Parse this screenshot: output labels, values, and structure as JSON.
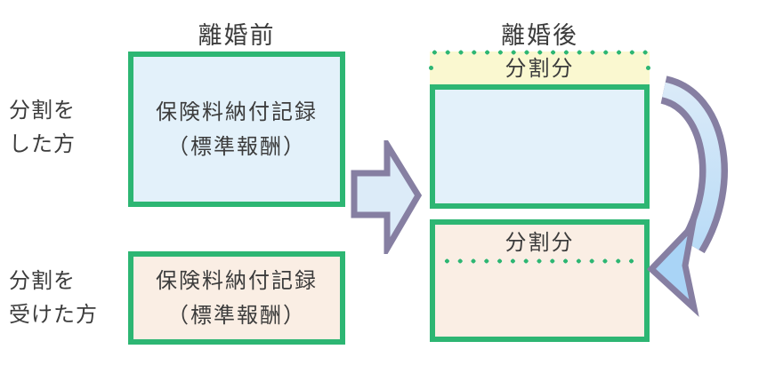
{
  "diagram": {
    "columns": {
      "before": "離婚前",
      "after": "離婚後"
    },
    "rows": [
      {
        "id": "giver",
        "label_lines": [
          "分割を",
          "した方"
        ]
      },
      {
        "id": "receiver",
        "label_lines": [
          "分割を",
          "受けた方"
        ]
      }
    ],
    "boxes": {
      "giver_before": {
        "lines": [
          "保険料納付記録",
          "（標準報酬）"
        ]
      },
      "receiver_before": {
        "lines": [
          "保険料納付記録",
          "（標準報酬）"
        ]
      },
      "giver_after": {
        "split_label": "分割分"
      },
      "receiver_after": {
        "split_label": "分割分"
      }
    },
    "icons": {
      "transfer": "right-block-arrow-icon",
      "split_flow": "curved-down-arrow-icon"
    },
    "colors": {
      "box_border_green": "#2db673",
      "record_fill_blue": "#e3f1fa",
      "split_fill_yellow": "#faf8d0",
      "record_fill_peach": "#faeee4",
      "arrow_outline_purple": "#867fa2",
      "arrow_fill_light_blue": "#dcebf8",
      "arrow_fill_blue": "#a9d4f6",
      "text": "#3c3c3c"
    }
  }
}
